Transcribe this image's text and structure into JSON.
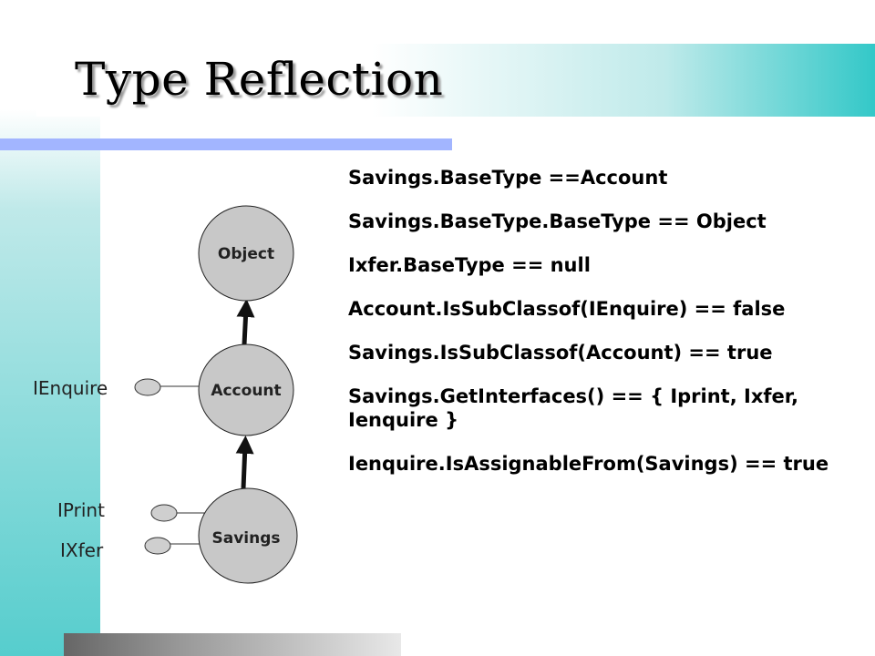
{
  "title": "Type Reflection",
  "nodes": {
    "object": "Object",
    "account": "Account",
    "savings": "Savings"
  },
  "interfaces": {
    "ienquire": "IEnquire",
    "iprint": "IPrint",
    "ixfer": "IXfer"
  },
  "facts": [
    "Savings.BaseType ==Account",
    "Savings.BaseType.BaseType == Object",
    "Ixfer.BaseType == null",
    "Account.IsSubClassof(IEnquire) == false",
    "Savings.IsSubClassof(Account) == true",
    "Savings.GetInterfaces() == { Iprint, Ixfer, Ienquire }",
    "Ienquire.IsAssignableFrom(Savings) == true"
  ]
}
